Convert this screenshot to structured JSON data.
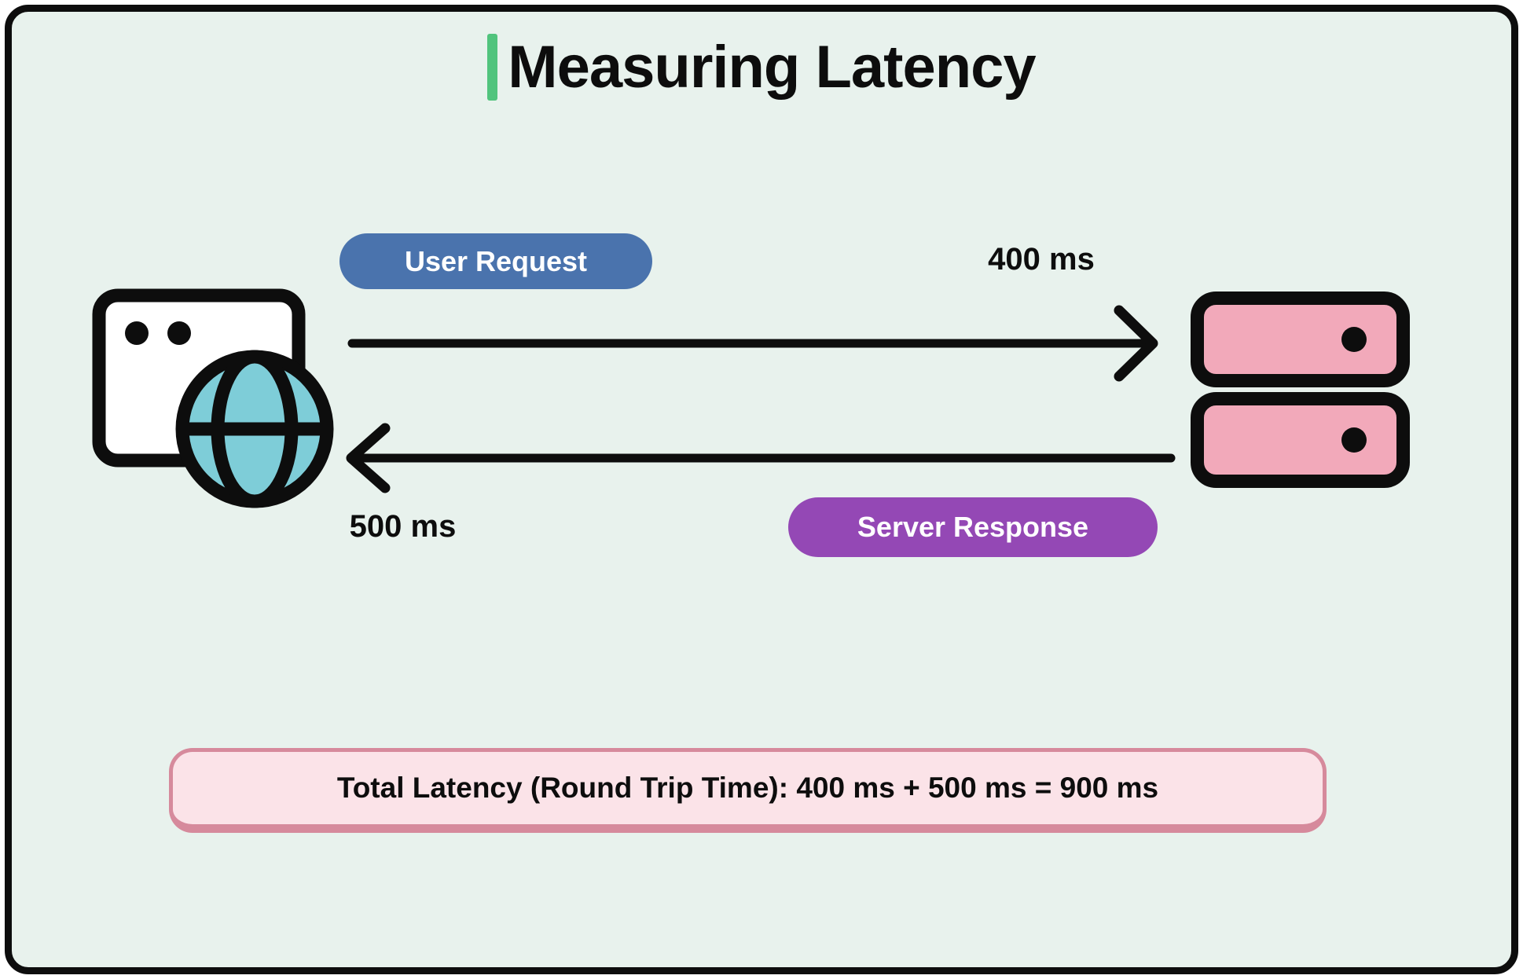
{
  "title": {
    "text": "Measuring Latency"
  },
  "icons": {
    "client": "browser-globe-icon",
    "server": "server-stack-icon",
    "request_arrow": "arrow-right-icon",
    "response_arrow": "arrow-left-icon"
  },
  "flows": [
    {
      "label": "User Request",
      "latency_label": "400 ms",
      "latency_ms": 400,
      "direction": "client-to-server",
      "badge_color": "#4a73ad"
    },
    {
      "label": "Server Response",
      "latency_label": "500 ms",
      "latency_ms": 500,
      "direction": "server-to-client",
      "badge_color": "#9448b5"
    }
  ],
  "summary": {
    "text": "Total Latency (Round Trip Time): 400 ms + 500 ms = 900 ms",
    "total_ms": 900
  },
  "colors": {
    "canvas_background": "#e8f2ed",
    "frame_border": "#0d0d0d",
    "title_accent": "#51c47d",
    "request_badge": "#4a73ad",
    "response_badge": "#9448b5",
    "globe_fill": "#7ecdd8",
    "server_fill": "#f2a9ba",
    "summary_fill": "#fbe3e8",
    "summary_border": "#d68a9c"
  }
}
